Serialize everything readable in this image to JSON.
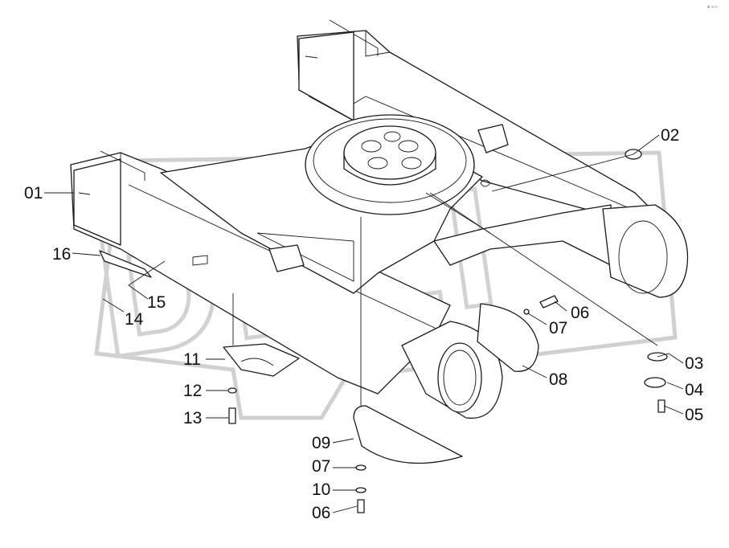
{
  "diagram": {
    "corner_mark": "ø ∞∞",
    "watermark_text": "DFLI",
    "callouts": [
      {
        "id": "01",
        "label": "01"
      },
      {
        "id": "02",
        "label": "02"
      },
      {
        "id": "03",
        "label": "03"
      },
      {
        "id": "04",
        "label": "04"
      },
      {
        "id": "05",
        "label": "05"
      },
      {
        "id": "06a",
        "label": "06"
      },
      {
        "id": "07a",
        "label": "07"
      },
      {
        "id": "08",
        "label": "08"
      },
      {
        "id": "09",
        "label": "09"
      },
      {
        "id": "07b",
        "label": "07"
      },
      {
        "id": "10",
        "label": "10"
      },
      {
        "id": "06b",
        "label": "06"
      },
      {
        "id": "11",
        "label": "11"
      },
      {
        "id": "12",
        "label": "12"
      },
      {
        "id": "13",
        "label": "13"
      },
      {
        "id": "14",
        "label": "14"
      },
      {
        "id": "15",
        "label": "15"
      },
      {
        "id": "16",
        "label": "16"
      }
    ]
  }
}
